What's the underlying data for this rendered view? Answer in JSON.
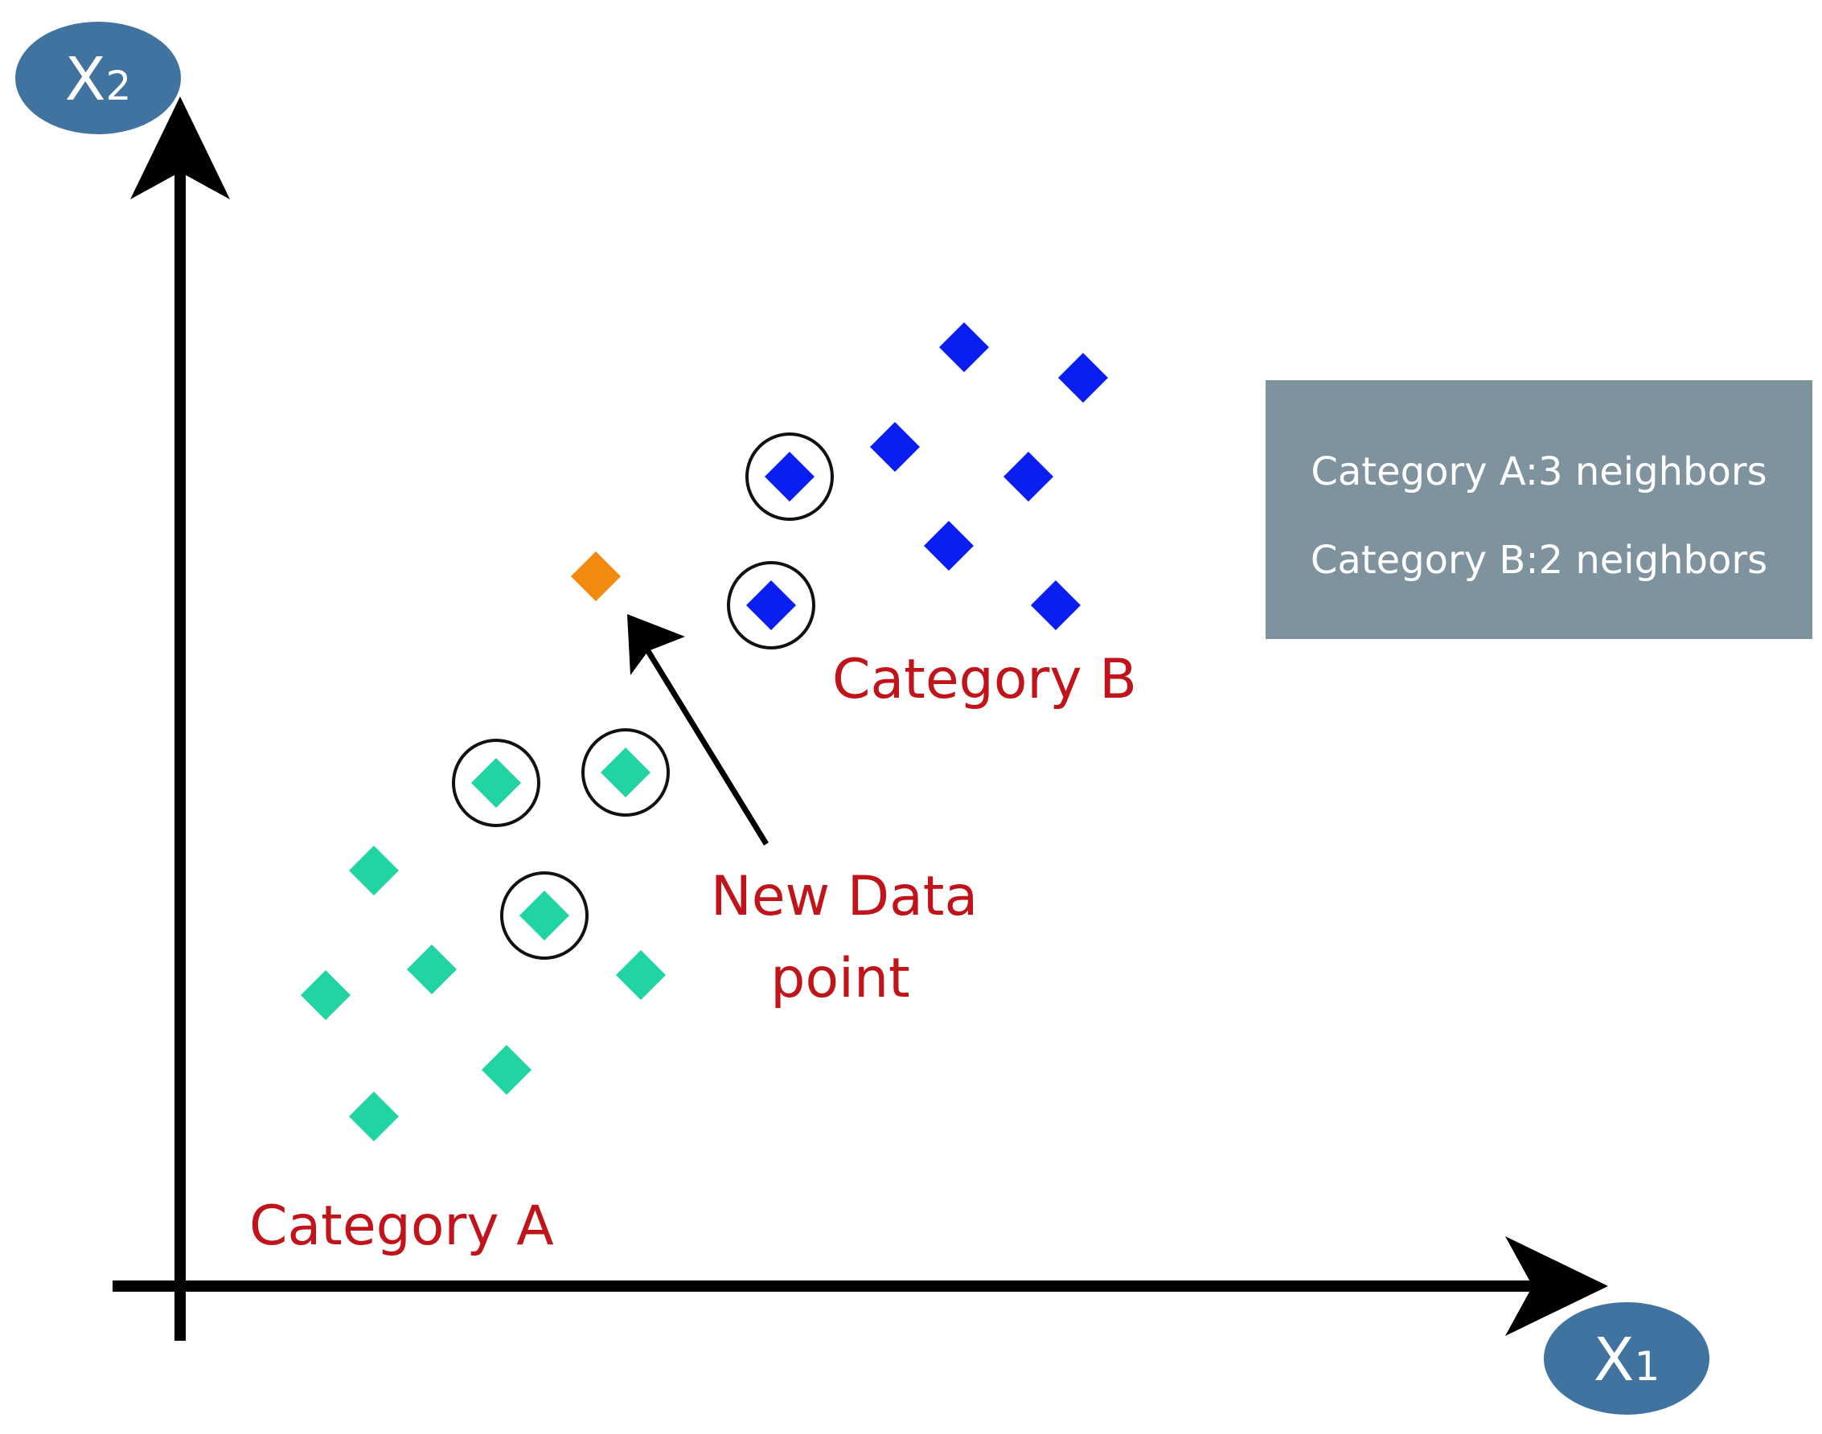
{
  "axes": {
    "x_badge": {
      "letter": "X",
      "subscript": "1"
    },
    "y_badge": {
      "letter": "X",
      "subscript": "2"
    }
  },
  "labels": {
    "category_a": "Category A",
    "category_b": "Category B",
    "new_point_line1": "New Data",
    "new_point_line2": "point"
  },
  "legend": {
    "line1": "Category A:3 neighbors",
    "line2": "Category B:2 neighbors"
  },
  "colors": {
    "category_a": "#22d4a4",
    "category_b": "#0a1ef2",
    "new_point": "#f28a12",
    "label_text": "#c0141a",
    "badge": "#4173a0",
    "legend_bg": "#7f939f",
    "axis": "#000000"
  }
}
